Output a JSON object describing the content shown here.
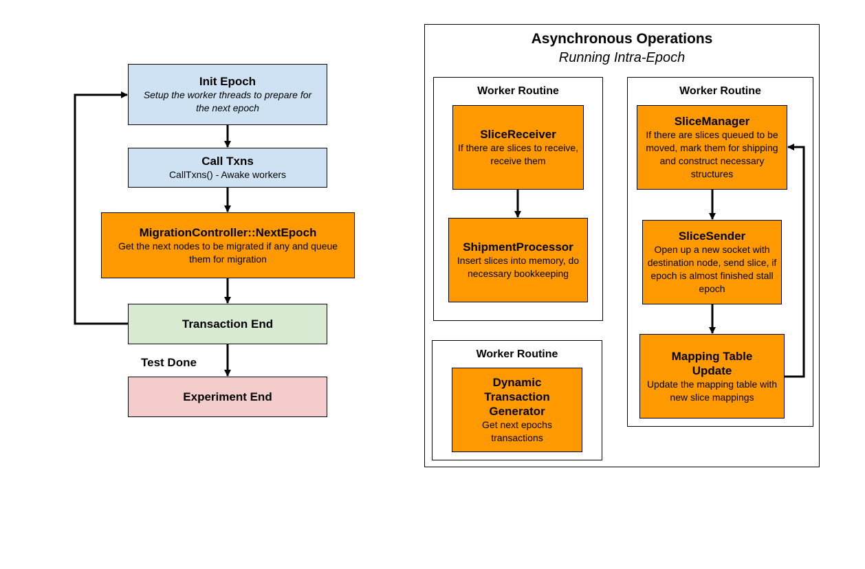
{
  "left_flow": {
    "init_epoch": {
      "title": "Init Epoch",
      "desc": "Setup the worker threads to prepare for the next epoch"
    },
    "call_txns": {
      "title": "Call Txns",
      "desc": "CallTxns() - Awake workers"
    },
    "migration_controller": {
      "title": "MigrationController::NextEpoch",
      "desc": "Get the next nodes to be migrated if any and queue them for migration"
    },
    "transaction_end": {
      "title": "Transaction End"
    },
    "test_done_label": "Test Done",
    "experiment_end": {
      "title": "Experiment End"
    }
  },
  "async_panel": {
    "title": "Asynchronous Operations",
    "subtitle": "Running Intra-Epoch",
    "worker_a": {
      "title": "Worker Routine",
      "slice_receiver": {
        "title": "SliceReceiver",
        "desc": "If there are slices to receive, receive them"
      },
      "shipment_processor": {
        "title": "ShipmentProcessor",
        "desc": "Insert slices into memory, do necessary bookkeeping"
      }
    },
    "worker_b": {
      "title": "Worker Routine",
      "dynamic_generator": {
        "title": "Dynamic Transaction Generator",
        "desc": "Get next epochs transactions"
      }
    },
    "worker_c": {
      "title": "Worker Routine",
      "slice_manager": {
        "title": "SliceManager",
        "desc": "If there are slices queued to be moved, mark them for shipping and construct necessary structures"
      },
      "slice_sender": {
        "title": "SliceSender",
        "desc": "Open up a new socket with destination node, send slice, if epoch is almost finished stall epoch"
      },
      "mapping_update": {
        "title": "Mapping Table Update",
        "desc": "Update the mapping table with new slice mappings"
      }
    }
  },
  "colors": {
    "blue": "#cfe2f3",
    "orange": "#ff9900",
    "green": "#d9ead3",
    "pink": "#f4cccc",
    "stroke": "#000000"
  }
}
